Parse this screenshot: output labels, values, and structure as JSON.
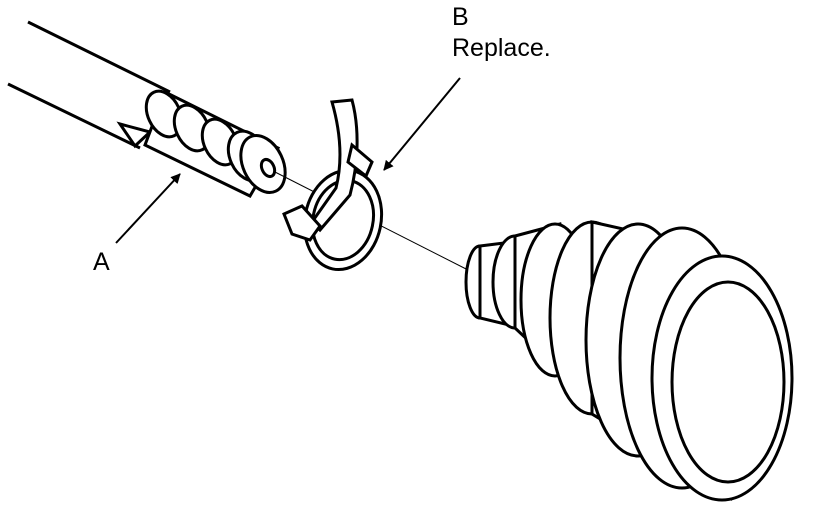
{
  "callouts": {
    "a": {
      "letter": "A"
    },
    "b": {
      "letter": "B",
      "note": "Replace."
    }
  }
}
